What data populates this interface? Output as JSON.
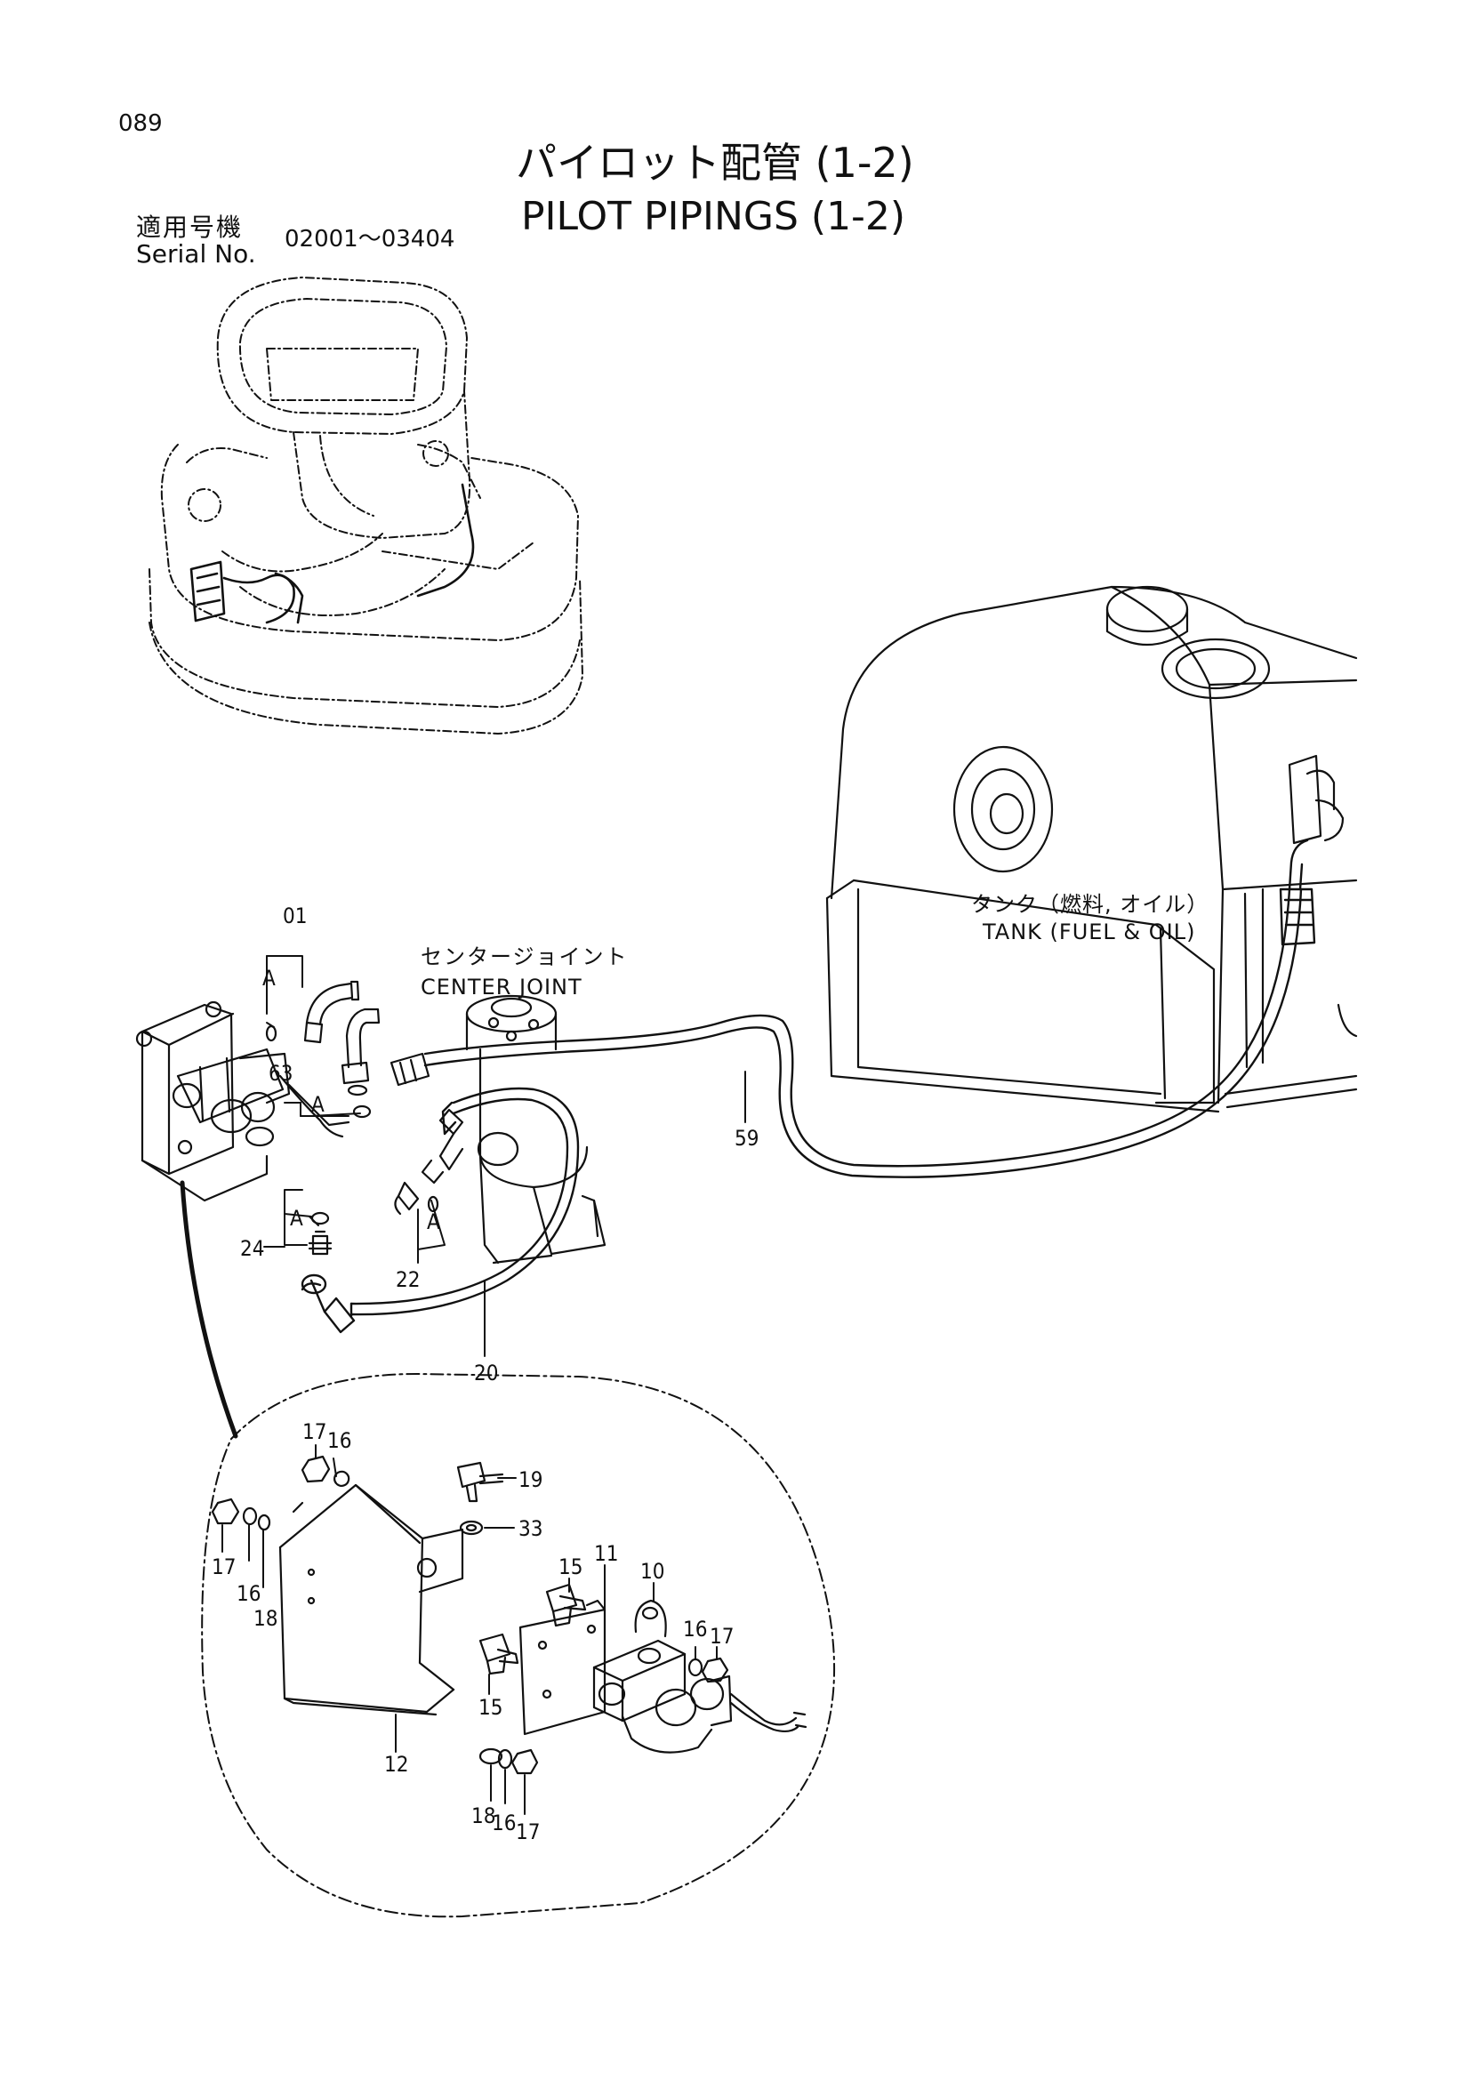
{
  "header": {
    "page_number": "089",
    "title_jp": "パイロット配管 (1-2)",
    "title_en": "PILOT PIPINGS (1-2)",
    "serial_label_jp": "適用号機",
    "serial_label_en": "Serial No.",
    "serial_range": "02001～03404"
  },
  "labels": {
    "center_joint_jp": "センタージョイント",
    "center_joint_en": "CENTER JOINT",
    "tank_jp": "タンク（燃料, オイル）",
    "tank_en": "TANK (FUEL & OIL)"
  },
  "part_numbers": {
    "p01": "01",
    "p63": "63",
    "p24": "24",
    "p22": "22",
    "p59": "59",
    "p20": "20",
    "p17a": "17",
    "p16a": "16",
    "p19": "19",
    "p33": "33",
    "p15a": "15",
    "p11": "11",
    "p10": "10",
    "p16b": "16",
    "p17b": "17",
    "p17c": "17",
    "p16c": "16",
    "p18a": "18",
    "p12": "12",
    "p15b": "15",
    "p18b": "18",
    "p16d": "16",
    "p17d": "17"
  },
  "ref_marks": {
    "a1": "A",
    "a2": "A",
    "a3": "A",
    "a4": "A"
  }
}
